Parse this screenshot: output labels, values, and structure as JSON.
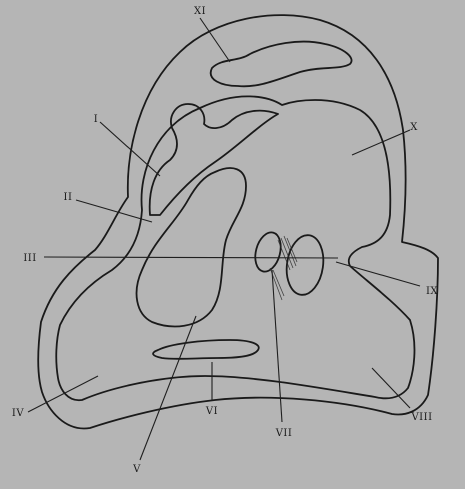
{
  "colors": {
    "background": "#b5b5b5",
    "ink": "#1a1a1a"
  },
  "labels": {
    "xi": "XI",
    "i": "I",
    "x": "X",
    "ii": "II",
    "iii": "III",
    "ix": "IX",
    "iv": "IV",
    "v": "V",
    "vi": "VI",
    "vii": "VII",
    "viii": "VIII"
  }
}
